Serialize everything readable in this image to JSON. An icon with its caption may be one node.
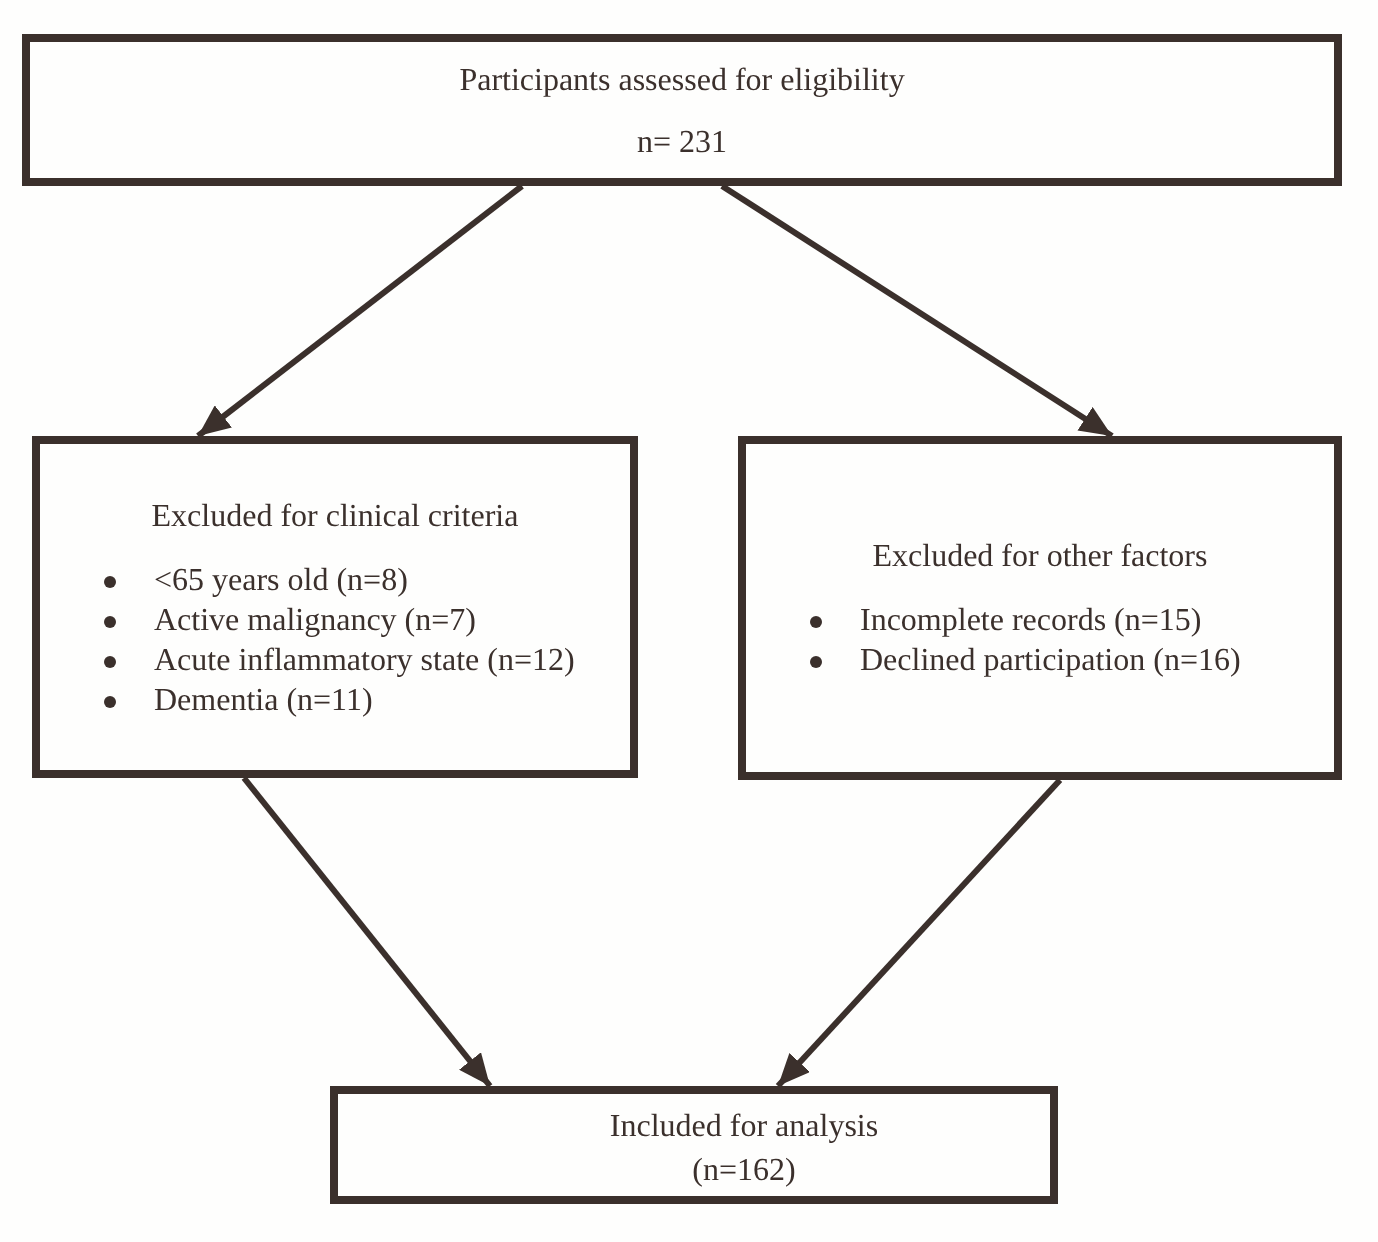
{
  "diagram": {
    "nodes": [
      {
        "text": [
          "Participants assessed for eligibility",
          "n= 231"
        ]
      },
      {
        "text": [
          "Excluded for clinical criteria",
          "<65 years old (n=8)",
          "Active malignancy (n=7)",
          "Acute inflammatory state (n=12)",
          "Dementia (n=11)"
        ]
      },
      {
        "text": [
          "Excluded for other factors",
          "Incomplete records (n=15)",
          "Declined participation (n=16)"
        ]
      },
      {
        "text": [
          "Included for analysis",
          "(n=162)"
        ]
      }
    ],
    "edges": [
      {
        "from": 0,
        "to": 1,
        "arrow": "to"
      },
      {
        "from": 0,
        "to": 2,
        "arrow": "to"
      },
      {
        "from": 1,
        "to": 3,
        "arrow": "to"
      },
      {
        "from": 2,
        "to": 3,
        "arrow": "to"
      }
    ]
  }
}
